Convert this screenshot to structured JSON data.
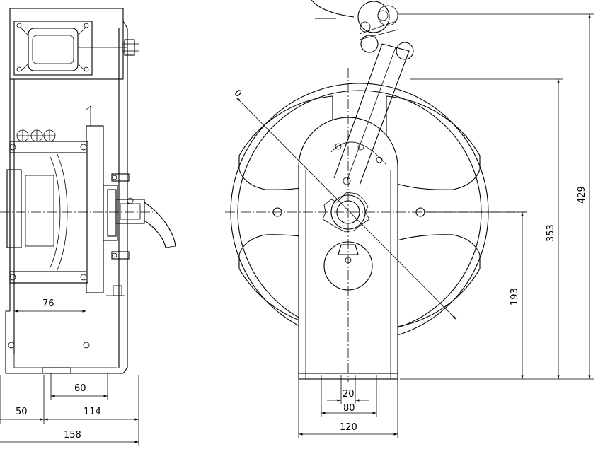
{
  "dimensions": {
    "side_view": {
      "inner_width": "76",
      "base_slot": "60",
      "left_offset": "50",
      "base_span": "114",
      "overall_depth": "158"
    },
    "front_view": {
      "center_slot": "20",
      "bolt_spacing": "80",
      "base_width": "120",
      "axle_height": "193",
      "reel_height": "353",
      "overall_height": "429",
      "diameter_mark": "0"
    }
  }
}
